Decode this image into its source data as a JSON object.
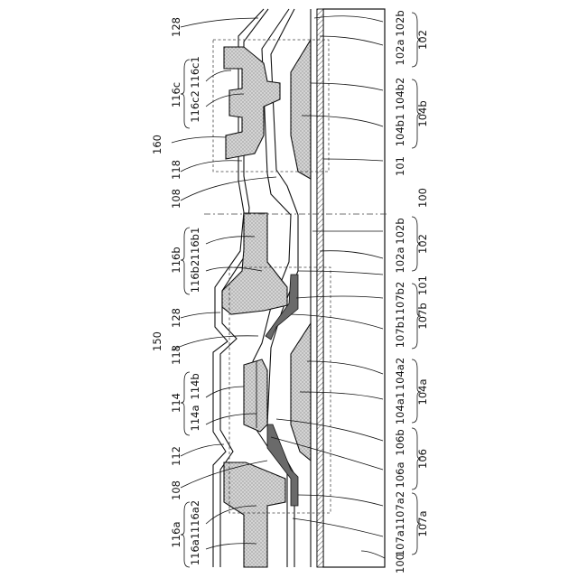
{
  "labels": {
    "top": [
      {
        "id": "l128a",
        "text": "128"
      },
      {
        "id": "l116c",
        "text": "116c"
      },
      {
        "id": "l116c2",
        "text": "116c2"
      },
      {
        "id": "l116c1",
        "text": "116c1"
      },
      {
        "id": "l160",
        "text": "160"
      },
      {
        "id": "l118a",
        "text": "118"
      },
      {
        "id": "l108a",
        "text": "108"
      },
      {
        "id": "l116b",
        "text": "116b"
      },
      {
        "id": "l116b2",
        "text": "116b2"
      },
      {
        "id": "l116b1",
        "text": "116b1"
      },
      {
        "id": "l128b",
        "text": "128"
      },
      {
        "id": "l150",
        "text": "150"
      },
      {
        "id": "l118b",
        "text": "118"
      },
      {
        "id": "l114",
        "text": "114"
      },
      {
        "id": "l114b",
        "text": "114b"
      },
      {
        "id": "l114a",
        "text": "114a"
      },
      {
        "id": "l112",
        "text": "112"
      },
      {
        "id": "l108b",
        "text": "108"
      },
      {
        "id": "l116a",
        "text": "116a"
      },
      {
        "id": "l116a2",
        "text": "116a2"
      },
      {
        "id": "l116a1",
        "text": "116a1"
      }
    ],
    "bottom": [
      {
        "id": "r102b1",
        "text": "102b"
      },
      {
        "id": "r102a1",
        "text": "102a"
      },
      {
        "id": "r102x",
        "text": "102"
      },
      {
        "id": "r104b2",
        "text": "104b2"
      },
      {
        "id": "r104b1",
        "text": "104b1"
      },
      {
        "id": "r104b",
        "text": "104b"
      },
      {
        "id": "r101a",
        "text": "101"
      },
      {
        "id": "r100a",
        "text": "100"
      },
      {
        "id": "r102b2",
        "text": "102b"
      },
      {
        "id": "r102a2",
        "text": "102a"
      },
      {
        "id": "r102y",
        "text": "102"
      },
      {
        "id": "r101b",
        "text": "101"
      },
      {
        "id": "r107b2",
        "text": "107b2"
      },
      {
        "id": "r107b1",
        "text": "107b1"
      },
      {
        "id": "r107b",
        "text": "107b"
      },
      {
        "id": "r104a2",
        "text": "104a2"
      },
      {
        "id": "r104a1",
        "text": "104a1"
      },
      {
        "id": "r104a",
        "text": "104a"
      },
      {
        "id": "r106b",
        "text": "106b"
      },
      {
        "id": "r106a",
        "text": "106a"
      },
      {
        "id": "r106",
        "text": "106"
      },
      {
        "id": "r107a2",
        "text": "107a2"
      },
      {
        "id": "r107a1",
        "text": "107a1"
      },
      {
        "id": "r107a",
        "text": "107a"
      },
      {
        "id": "r100b",
        "text": "100"
      }
    ]
  }
}
